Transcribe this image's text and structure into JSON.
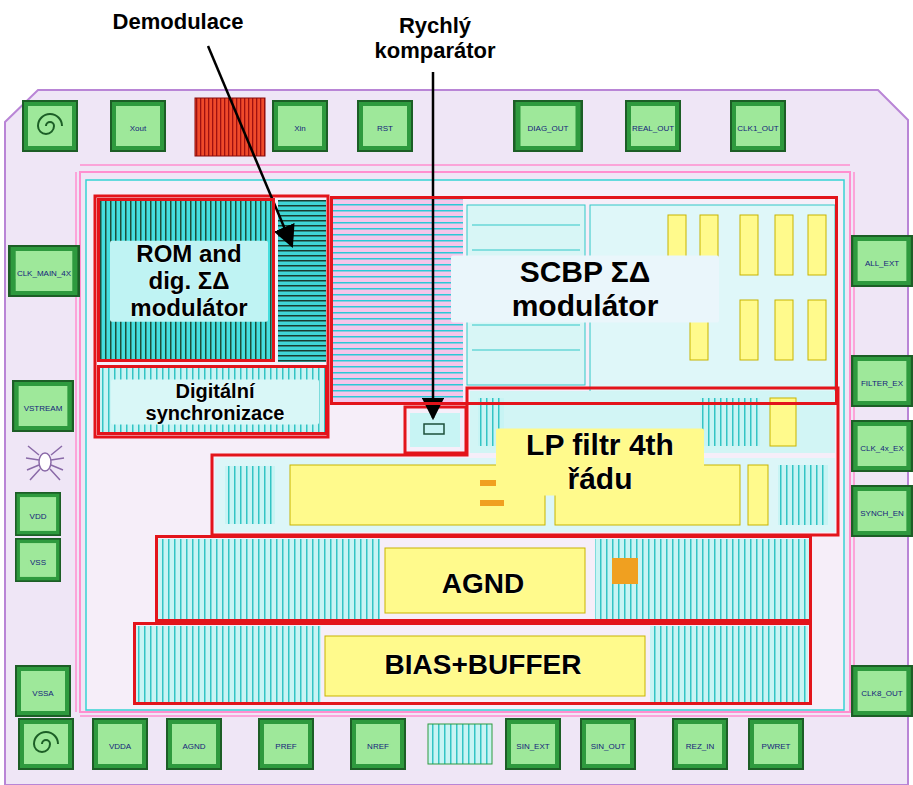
{
  "diagram": {
    "nodes": [
      {
        "text": [
          "ROM and dig. ΣΔ modulátor"
        ]
      },
      {
        "text": [
          "Digitální synchronizace"
        ]
      },
      {
        "text": [
          "SCBP ΣΔ modulátor"
        ]
      },
      {
        "text": [
          "LP filtr 4th řádu"
        ]
      },
      {
        "text": [
          "AGND"
        ]
      },
      {
        "text": [
          "BIAS+BUFFER"
        ]
      }
    ],
    "labels": [
      "Demodulace",
      "Rychlý komparátor",
      "Xout",
      "Xin",
      "RST",
      "DIAG_OUT",
      "REAL_OUT",
      "CLK1_OUT",
      "CLK_MAIN_4X",
      "VSTREAM",
      "VDD",
      "VSS",
      "VSSA",
      "VDDA",
      "AGND",
      "PREF",
      "NREF",
      "SIN_EXT",
      "SIN_OUT",
      "REZ_IN",
      "PWRET",
      "ALL_EXT",
      "FILTER_EX",
      "CLK_4x_EX",
      "SYNCH_EN",
      "CLK8_OUT"
    ]
  }
}
